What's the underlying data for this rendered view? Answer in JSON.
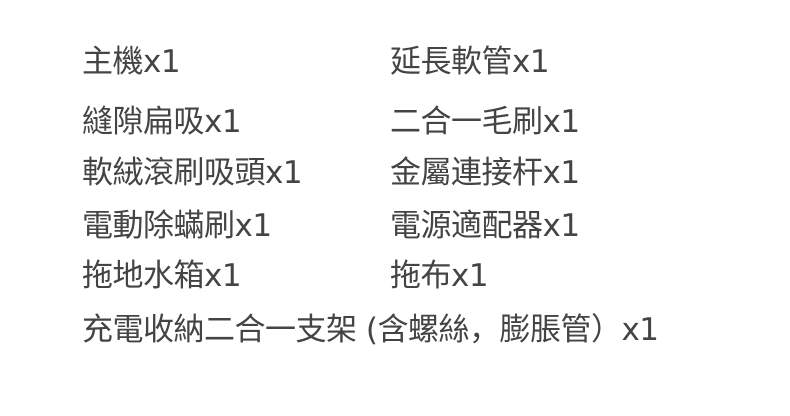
{
  "items_left": [
    "主機x1",
    "縫隙扁吸x1",
    "軟絨滾刷吸頭x1",
    "電動除蟎刷x1",
    "拖地水箱x1"
  ],
  "items_right": [
    "延長軟管x1",
    "二合一毛刷x1",
    "金屬連接杆x1",
    "電源適配器x1",
    "拖布x1"
  ],
  "item_full": "充電收納二合一支架 (含螺絲，膨脹管）x1"
}
